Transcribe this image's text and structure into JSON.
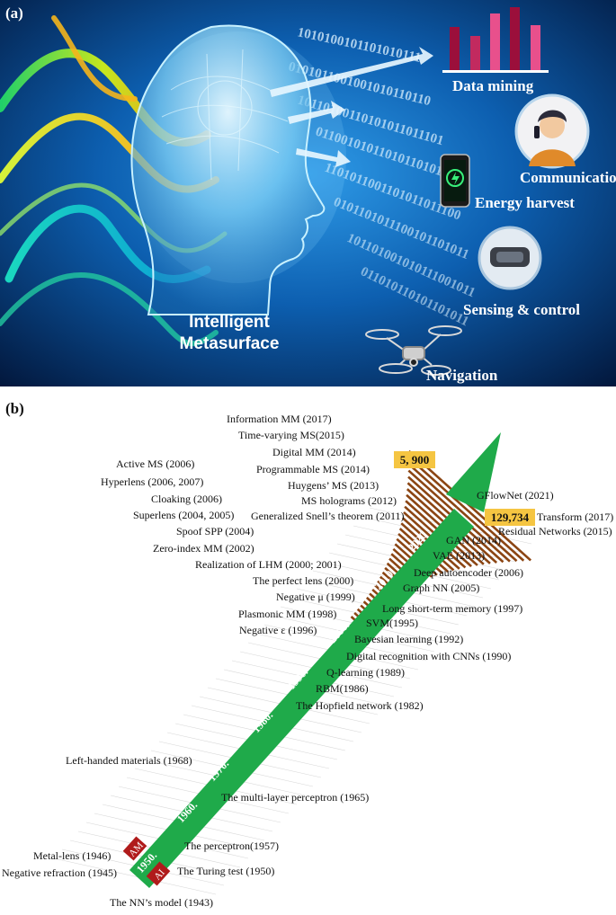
{
  "panel_a": {
    "label": "(a)",
    "center_title_line1": "Intelligent",
    "center_title_line2": "Metasurface",
    "applications": [
      "Data mining",
      "Communication",
      "Energy harvest",
      "Sensing & control",
      "Navigation"
    ],
    "binary_rows": [
      "1010100101101010111",
      "0101011001001010110110",
      "10110100110101011011101",
      "01100101011010110101101",
      "1101011001101011011100",
      "0101101011100101101011",
      "101101001010111001011",
      "011010110101101011"
    ],
    "colors": {
      "bg_dark": "#02163a",
      "bg_mid": "#0d5fb0",
      "glow": "#8fd8ff",
      "bar_dark": "#9b0f3b",
      "bar_pink": "#e8508c"
    }
  },
  "panel_b": {
    "label": "(b)",
    "decades": [
      "1950.",
      "1960.",
      "1970.",
      "1980.",
      "1990.",
      "2000.",
      "2010",
      "2020"
    ],
    "am_badge": "AM",
    "ai_badge": "AI",
    "highlight_left": "5, 900",
    "highlight_right": "129,734",
    "metamaterial_milestones": [
      "Information MM (2017)",
      "Time-varying MS(2015)",
      "Digital MM (2014)",
      "Active MS (2006)",
      "Programmable MS (2014)",
      "Huygens’ MS (2013)",
      "Hyperlens (2006, 2007)",
      "MS holograms (2012)",
      "Cloaking (2006)",
      "Generalized Snell’s theorem (2011)",
      "Superlens (2004, 2005)",
      "Spoof SPP (2004)",
      "Zero-index MM (2002)",
      "Realization of LHM (2000; 2001)",
      "The perfect lens (2000)",
      "Negative μ (1999)",
      "Plasmonic MM (1998)",
      "Negative ε (1996)",
      "Left-handed materials (1968)",
      "Metal-lens (1946)",
      "Negative refraction (1945)"
    ],
    "ai_milestones": [
      "GFlowNet (2021)",
      "Transform (2017)",
      "Residual Networks (2015)",
      "GAN (2014)",
      "VAE (2013)",
      "Deep autoencoder (2006)",
      "Graph NN (2005)",
      "Long short-term memory (1997)",
      "SVM(1995)",
      "Bayesian learning (1992)",
      "Digital recognition with CNNs (1990)",
      "Q-learning (1989)",
      "RBM(1986)",
      "The Hopfield network (1982)",
      "The multi-layer perceptron (1965)",
      "The perceptron(1957)",
      "The Turing test (1950)",
      "The NN’s model (1943)"
    ],
    "colors": {
      "arrow": "#1faa4a",
      "bars": "#8b4513",
      "badge": "#b01b1b",
      "highlight": "#f5c542"
    }
  }
}
